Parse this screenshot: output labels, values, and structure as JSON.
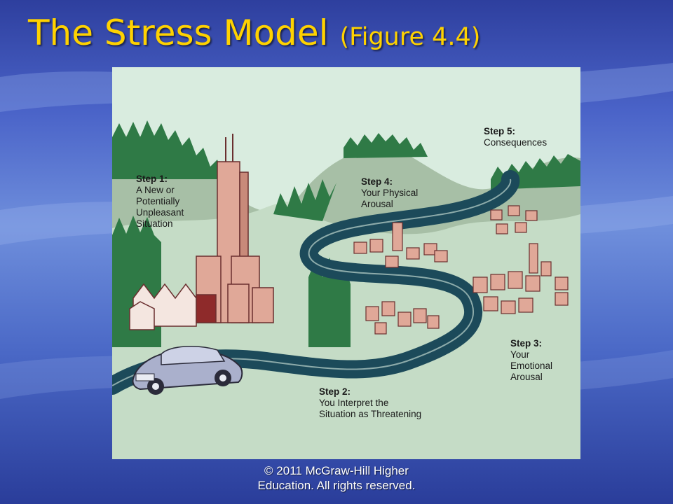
{
  "slide": {
    "title": "The Stress Model",
    "title_suffix": "(Figure 4.4)",
    "footer_line1": "© 2011 McGraw-Hill Higher",
    "footer_line2": "Education. All rights reserved."
  },
  "colors": {
    "title": "#ffd200",
    "road": "#1c4a5a",
    "building": "#e0a898",
    "building_dark": "#8e2a2a",
    "hill": "#a7bfa6",
    "forest": "#2f7a46",
    "sky": "#d9ecdf",
    "car": "#aab0cc"
  },
  "steps": [
    {
      "head": "Step 1:",
      "body": "A New or\nPotentially\nUnpleasant\nSituation"
    },
    {
      "head": "Step 2:",
      "body": "You Interpret the\nSituation as Threatening"
    },
    {
      "head": "Step 3:",
      "body": "Your\nEmotional\nArousal"
    },
    {
      "head": "Step 4:",
      "body": "Your Physical\nArousal"
    },
    {
      "head": "Step 5:",
      "body": "Consequences"
    }
  ]
}
